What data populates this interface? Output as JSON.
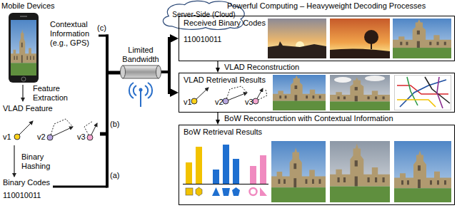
{
  "diagram": {
    "nodes": [
      {
        "text": [
          "Server-Side (Cloud)"
        ]
      },
      {
        "text": [
          "Limited Bandwidth"
        ]
      },
      {
        "text": [
          "Received Binary Codes",
          "110010011"
        ]
      },
      {
        "text": [
          "VLAD Retrieval Results",
          "v1",
          "v2",
          "v3"
        ]
      },
      {
        "text": [
          "BoW Retrieval Results"
        ]
      }
    ],
    "edges": [
      {
        "from": 1,
        "to": 2,
        "arrow": "to"
      },
      {
        "from": 1,
        "to": 3,
        "arrow": "to"
      },
      {
        "from": 2,
        "to": 3,
        "label": "VLAD Reconstruction",
        "arrow": "to"
      },
      {
        "from": 3,
        "to": 4,
        "label": "BoW Reconstruction with Contextual Information",
        "arrow": "to"
      }
    ],
    "labels": [
      "Mobile Devices",
      "Powerful Computing – Heavyweight Decoding Processes",
      "Contextual Information (e.g., GPS)",
      "Feature Extraction",
      "VLAD Feature",
      "v1",
      "v2",
      "v3",
      "Binary Hashing",
      "Binary Codes",
      "110010011",
      "(a)",
      "(b)",
      "(c)"
    ]
  }
}
